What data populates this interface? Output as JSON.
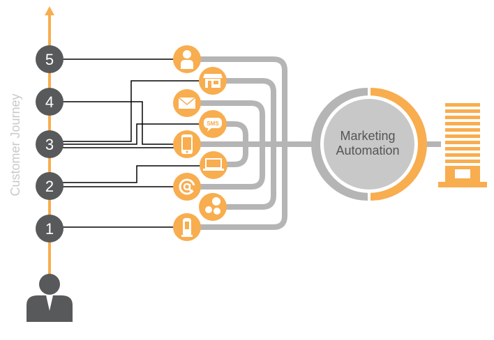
{
  "journey": {
    "axis_label": "Customer Journey",
    "stages": [
      "1",
      "2",
      "3",
      "4",
      "5"
    ]
  },
  "hub": {
    "line1": "Marketing",
    "line2": "Automation"
  },
  "channels": {
    "sms_text": "SMS"
  },
  "colors": {
    "orange": "#f8ad4f",
    "grey_pipe": "#b5b5b5",
    "dark_node": "#58595b",
    "connector": "#000000"
  }
}
